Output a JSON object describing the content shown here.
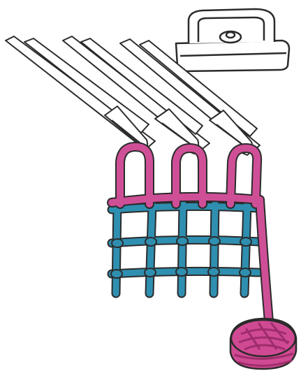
{
  "illustration": {
    "background": "#ffffff",
    "outline_color": "#2b2b2b",
    "colors": {
      "pink_yarn": "#cf4f97",
      "blue_yarn": "#2f8fb0",
      "yarn_ball": "#d04a93",
      "ball_stripes": "#9e2d6b",
      "needle_fill": "#ffffff",
      "iron_fill": "#ffffff"
    },
    "elements": {
      "iron": "iron-icon",
      "needles": [
        "needle-1",
        "needle-2",
        "needle-3"
      ],
      "mesh_columns": 5,
      "mesh_rows": 3,
      "pink_loops": 3,
      "yarn_ball": "yarn-ball-icon"
    }
  }
}
